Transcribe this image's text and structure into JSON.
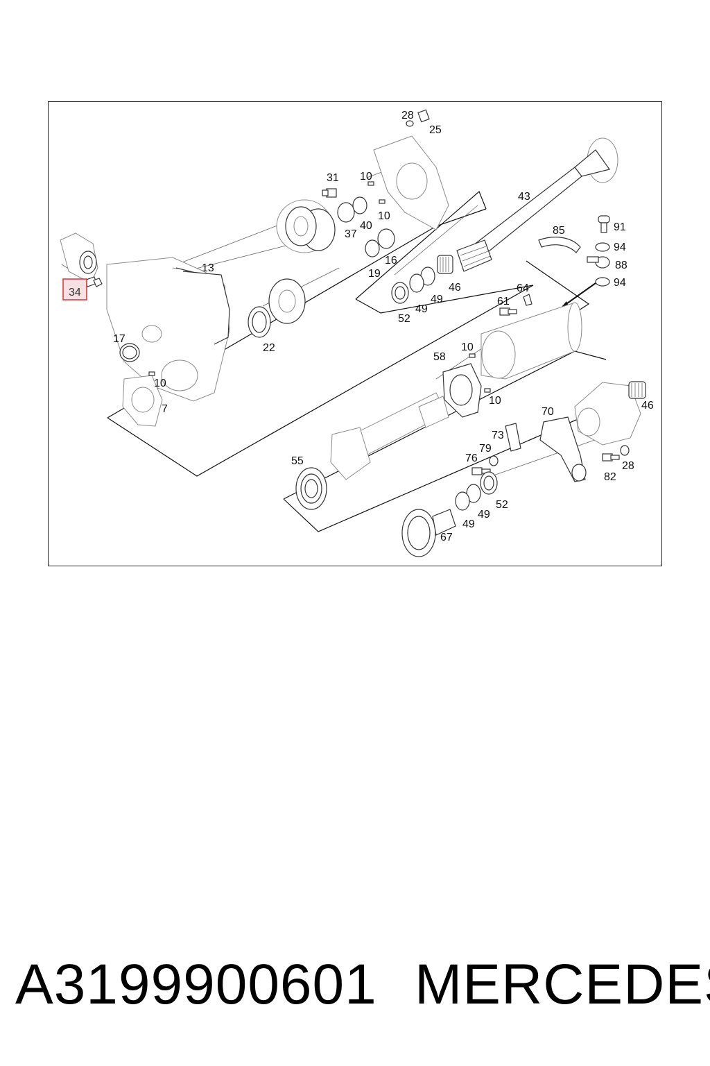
{
  "diagram": {
    "callouts": [
      "28",
      "25",
      "31",
      "10",
      "10",
      "37",
      "40",
      "43",
      "91",
      "85",
      "94",
      "88",
      "94",
      "13",
      "19",
      "16",
      "52",
      "49",
      "49",
      "46",
      "64",
      "61",
      "17",
      "22",
      "34",
      "10",
      "7",
      "58",
      "10",
      "10",
      "46",
      "70",
      "73",
      "79",
      "76",
      "55",
      "52",
      "82",
      "28",
      "49",
      "49",
      "67"
    ],
    "highlighted_callout": "34",
    "highlight_color": "#e0303a"
  },
  "footer": {
    "part_number": "A3199900601",
    "brand": "MERCEDES"
  }
}
